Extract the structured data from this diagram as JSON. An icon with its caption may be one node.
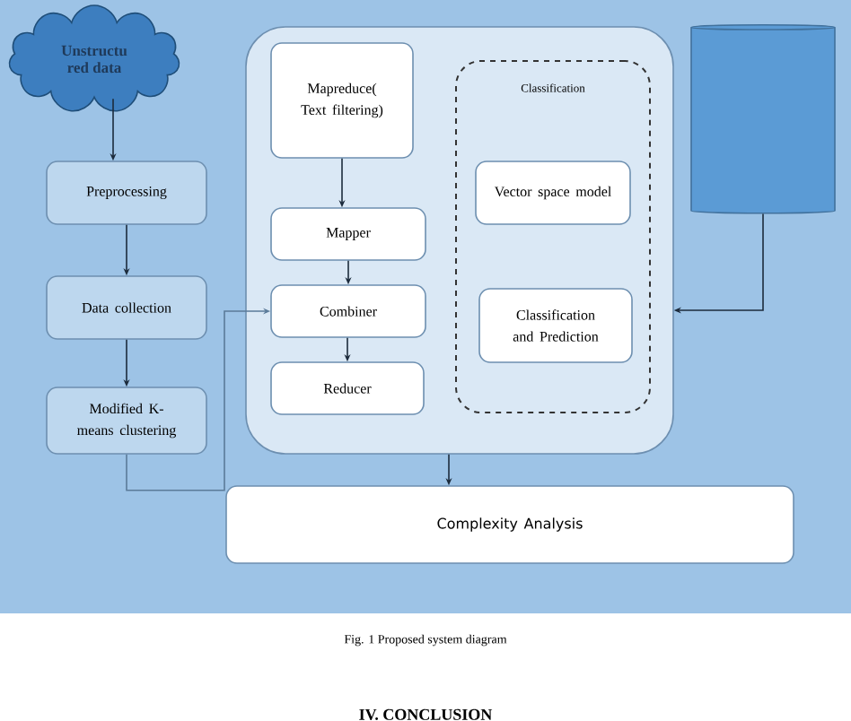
{
  "diagram": {
    "caption": "Fig. 1 Proposed system diagram",
    "nodes": [
      {
        "text": [
          "Unstructu red data"
        ]
      },
      {
        "text": [
          "Preprocessing"
        ]
      },
      {
        "text": [
          "Data collection"
        ]
      },
      {
        "text": [
          "Modified K- means clustering"
        ]
      },
      {
        "text": [],
        "shape": "box"
      },
      {
        "text": [
          "Mapreduce( Text filtering)"
        ],
        "in": 4
      },
      {
        "text": [
          "Mapper"
        ],
        "in": 4
      },
      {
        "text": [
          "Combiner"
        ],
        "in": 4
      },
      {
        "text": [
          "Reducer"
        ],
        "in": 4
      },
      {
        "text": [
          "Classification"
        ],
        "in": 4
      },
      {
        "text": [
          "Vector space model"
        ],
        "in": 9
      },
      {
        "text": [
          "Classification and Prediction"
        ],
        "in": 9
      },
      {
        "text": [],
        "shape": "cylinder"
      },
      {
        "text": [
          "Complexity Analysis"
        ]
      }
    ],
    "edges": [
      {
        "from": 0,
        "to": 1,
        "arrow": "to"
      },
      {
        "from": 1,
        "to": 2,
        "arrow": "to"
      },
      {
        "from": 2,
        "to": 3,
        "arrow": "to"
      },
      {
        "from": 3,
        "to": 7,
        "arrow": "to",
        "color": "#5b7b99"
      },
      {
        "from": 5,
        "to": 6,
        "arrow": "to"
      },
      {
        "from": 6,
        "to": 7,
        "arrow": "to"
      },
      {
        "from": 7,
        "to": 8,
        "arrow": "to"
      },
      {
        "from": 12,
        "to": 4,
        "arrow": "to"
      },
      {
        "from": 4,
        "to": 13,
        "arrow": "to"
      }
    ],
    "labels": [
      "IV. CONCLUSION"
    ]
  }
}
